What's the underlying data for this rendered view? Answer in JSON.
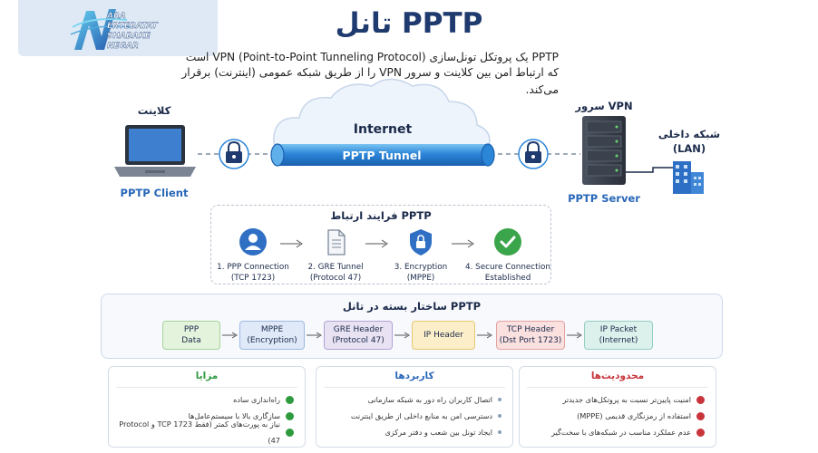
{
  "logo": {
    "lines": [
      "ARA",
      "ERTEBATAT",
      "SHABAKE",
      "NEGAR"
    ]
  },
  "title": "تانل PPTP",
  "description": {
    "line1": "PPTP یک پروتکل تونل‌سازی (Point-to-Point Tunneling Protocol) VPN است",
    "line2": "که ارتباط امن بین کلاینت و سرور VPN را از طریق شبکه عمومی (اینترنت) برقرار می‌کند."
  },
  "network": {
    "client_title": "کلاینت",
    "client_caption": "PPTP Client",
    "cloud_label": "Internet",
    "tunnel_label": "PPTP Tunnel",
    "server_title": "سرور VPN",
    "server_caption": "PPTP Server",
    "lan_title": "شبکه داخلی",
    "lan_subtitle": "(LAN)"
  },
  "process": {
    "title": "فرایند ارتباط PPTP",
    "steps": [
      {
        "line1": "1. PPP Connection",
        "line2": "(TCP 1723)",
        "icon": "user-icon",
        "color": "#2f6fc4"
      },
      {
        "line1": "2. GRE Tunnel",
        "line2": "(Protocol 47)",
        "icon": "document-icon",
        "color": "#7a8797"
      },
      {
        "line1": "3. Encryption",
        "line2": "(MPPE)",
        "icon": "shield-lock-icon",
        "color": "#2f6fc4"
      },
      {
        "line1": "4. Secure Connection",
        "line2": "Established",
        "icon": "check-icon",
        "color": "#3aa54a"
      }
    ]
  },
  "packet": {
    "title": "ساختار بسته در تانل PPTP",
    "segments": [
      {
        "line1": "PPP",
        "line2": "Data",
        "bg": "#e3f3dc",
        "border": "#a9d39a"
      },
      {
        "line1": "MPPE",
        "line2": "(Encryption)",
        "bg": "#dfe9f8",
        "border": "#9db9e2"
      },
      {
        "line1": "GRE Header",
        "line2": "(Protocol 47)",
        "bg": "#e8e2f3",
        "border": "#b3a3d6"
      },
      {
        "line1": "IP Header",
        "line2": "",
        "bg": "#fbeec9",
        "border": "#e7c873"
      },
      {
        "line1": "TCP Header",
        "line2": "(Dst Port 1723)",
        "bg": "#fbe0e0",
        "border": "#e4a2a2"
      },
      {
        "line1": "IP Packet",
        "line2": "(Internet)",
        "bg": "#dcf1ec",
        "border": "#93cfc1"
      }
    ]
  },
  "panels": {
    "advantages": {
      "title": "مزایا",
      "color": "#2e9a3e",
      "items": [
        "راه‌اندازی ساده",
        "سازگاری بالا با سیستم‌عامل‌ها",
        "نیاز به پورت‌های کمتر (فقط TCP 1723 و Protocol 47)"
      ]
    },
    "uses": {
      "title": "کاربردها",
      "color": "#2766b8",
      "items": [
        "اتصال کاربران راه دور به شبکه سازمانی",
        "دسترسی امن به منابع داخلی از طریق اینترنت",
        "ایجاد تونل بین شعب و دفتر مرکزی"
      ]
    },
    "limitations": {
      "title": "محدودیت‌ها",
      "color": "#c8343a",
      "items": [
        "امنیت پایین‌تر نسبت به پروتکل‌های جدیدتر",
        "استفاده از رمزنگاری قدیمی (MPPE)",
        "عدم عملکرد مناسب در شبکه‌های با سخت‌گیر"
      ]
    }
  }
}
